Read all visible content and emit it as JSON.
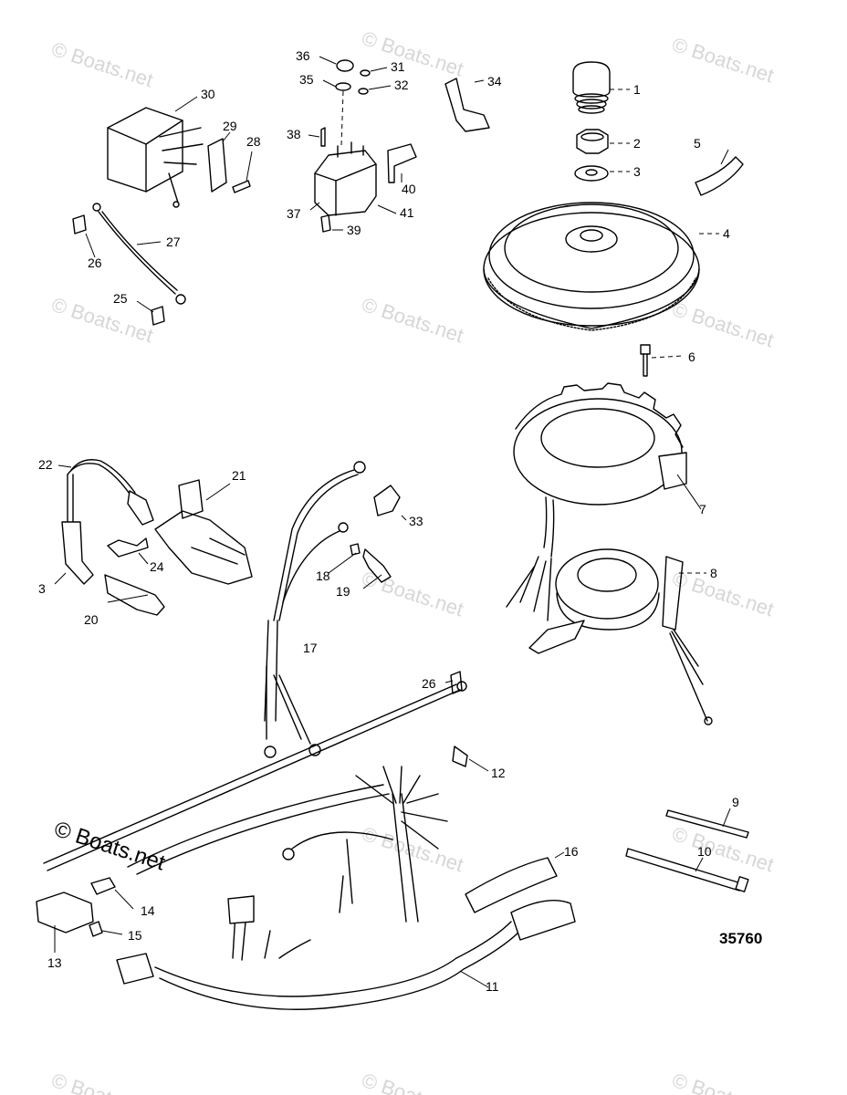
{
  "watermark": "© Boats.net",
  "figure_number": "35760",
  "callouts": [
    {
      "id": "c1",
      "label": "1"
    },
    {
      "id": "c2",
      "label": "2"
    },
    {
      "id": "c3a",
      "label": "3"
    },
    {
      "id": "c4",
      "label": "4"
    },
    {
      "id": "c5",
      "label": "5"
    },
    {
      "id": "c6",
      "label": "6"
    },
    {
      "id": "c7",
      "label": "7"
    },
    {
      "id": "c8",
      "label": "8"
    },
    {
      "id": "c9",
      "label": "9"
    },
    {
      "id": "c10",
      "label": "10"
    },
    {
      "id": "c11",
      "label": "11"
    },
    {
      "id": "c12",
      "label": "12"
    },
    {
      "id": "c13",
      "label": "13"
    },
    {
      "id": "c14",
      "label": "14"
    },
    {
      "id": "c15",
      "label": "15"
    },
    {
      "id": "c16",
      "label": "16"
    },
    {
      "id": "c17",
      "label": "17"
    },
    {
      "id": "c18",
      "label": "18"
    },
    {
      "id": "c19",
      "label": "19"
    },
    {
      "id": "c20",
      "label": "20"
    },
    {
      "id": "c21",
      "label": "21"
    },
    {
      "id": "c22",
      "label": "22"
    },
    {
      "id": "c3b",
      "label": "3"
    },
    {
      "id": "c24",
      "label": "24"
    },
    {
      "id": "c25",
      "label": "25"
    },
    {
      "id": "c26a",
      "label": "26"
    },
    {
      "id": "c26b",
      "label": "26"
    },
    {
      "id": "c27",
      "label": "27"
    },
    {
      "id": "c28",
      "label": "28"
    },
    {
      "id": "c29",
      "label": "29"
    },
    {
      "id": "c30",
      "label": "30"
    },
    {
      "id": "c31",
      "label": "31"
    },
    {
      "id": "c32",
      "label": "32"
    },
    {
      "id": "c33",
      "label": "33"
    },
    {
      "id": "c34",
      "label": "34"
    },
    {
      "id": "c35",
      "label": "35"
    },
    {
      "id": "c36",
      "label": "36"
    },
    {
      "id": "c37",
      "label": "37"
    },
    {
      "id": "c38",
      "label": "38"
    },
    {
      "id": "c39",
      "label": "39"
    },
    {
      "id": "c40",
      "label": "40"
    },
    {
      "id": "c41",
      "label": "41"
    }
  ]
}
